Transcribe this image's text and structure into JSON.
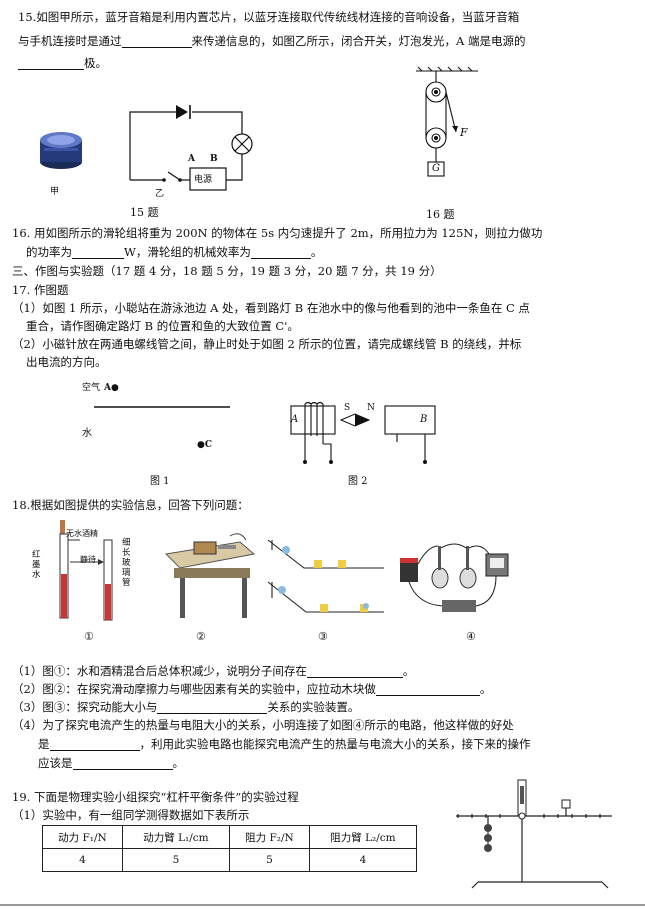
{
  "q15": {
    "line1": "15.如图甲所示，蓝牙音箱是利用内置芯片，以蓝牙连接取代传统线材连接的音响设备，当蓝牙音箱",
    "line2a": "与手机连接时是通过",
    "line2b": "来传递信息的，如图乙所示，闭合开关，灯泡发光，A 端是电源的",
    "line3b": "极。",
    "label_jia": "甲",
    "label_yi": "乙",
    "label_A": "A",
    "label_B": "B",
    "label_power": "电源",
    "caption": "15 题"
  },
  "q16": {
    "caption": "16 题",
    "label_F": "F",
    "label_G": "G",
    "line1": "16. 用如图所示的滑轮组将重为 200N 的物体在 5s 内匀速提升了 2m，所用拉力为 125N，则拉力做功",
    "line2a": "的功率为",
    "line2b": "W，滑轮组的机械效率为",
    "line2c": "。"
  },
  "section3": "三、作图与实验题（17 题 4 分，18 题 5 分，19 题 3 分，20 题 7 分，共 19 分）",
  "q17": {
    "title": "17. 作图题",
    "p1a": "（1）如图 1 所示，小聪站在游泳池边 A 处，看到路灯 B 在池水中的像与他看到的池中一条鱼在 C 点",
    "p1b": "重合，请作图确定路灯 B 的位置和鱼的大致位置 C'。",
    "p2a": "（2）小磁针放在两通电螺线管之间，静止时处于如图 2 所示的位置，请完成螺线管 B 的绕线，并标",
    "p2b": "出电流的方向。",
    "air": "空气",
    "pointA": "A",
    "water": "水",
    "pointC": "C",
    "fig1": "图 1",
    "fig2": "图 2",
    "coilA": "A",
    "coilB": "B",
    "S": "S",
    "N": "N"
  },
  "q18": {
    "title": "18.根据如图提供的实验信息，回答下列问题：",
    "alcohol": "无水酒精",
    "redwater": "红墨水",
    "still": "静待",
    "tube": "细长玻璃管",
    "fig_labels": [
      "①",
      "②",
      "③",
      "④"
    ],
    "a1": "（1）图①：水和酒精混合后总体积减少，说明分子间存在",
    "a1end": "。",
    "a2": "（2）图②：在探究滑动摩擦力与哪些因素有关的实验中，应拉动木块做",
    "a2end": "。",
    "a3a": "（3）图③：探究动能大小与",
    "a3b": "关系的实验装置。",
    "a4a": "（4）为了探究电流产生的热量与电阻大小的关系，小明连接了如图④所示的电路，他这样做的好处",
    "a4b1": "是",
    "a4b2": "，利用此实验电路也能探究电流产生的热量与电流大小的关系，接下来的操作",
    "a4c1": "应该是",
    "a4c2": "。"
  },
  "q19": {
    "title": "19. 下面是物理实验小组探究“杠杆平衡条件”的实验过程",
    "p1": "（1）实验中，有一组同学测得数据如下表所示",
    "headers": [
      "动力 F₁/N",
      "动力臂 L₁/cm",
      "阻力 F₂/N",
      "阻力臂 L₂/cm"
    ],
    "row": [
      "4",
      "5",
      "5",
      "4"
    ]
  }
}
